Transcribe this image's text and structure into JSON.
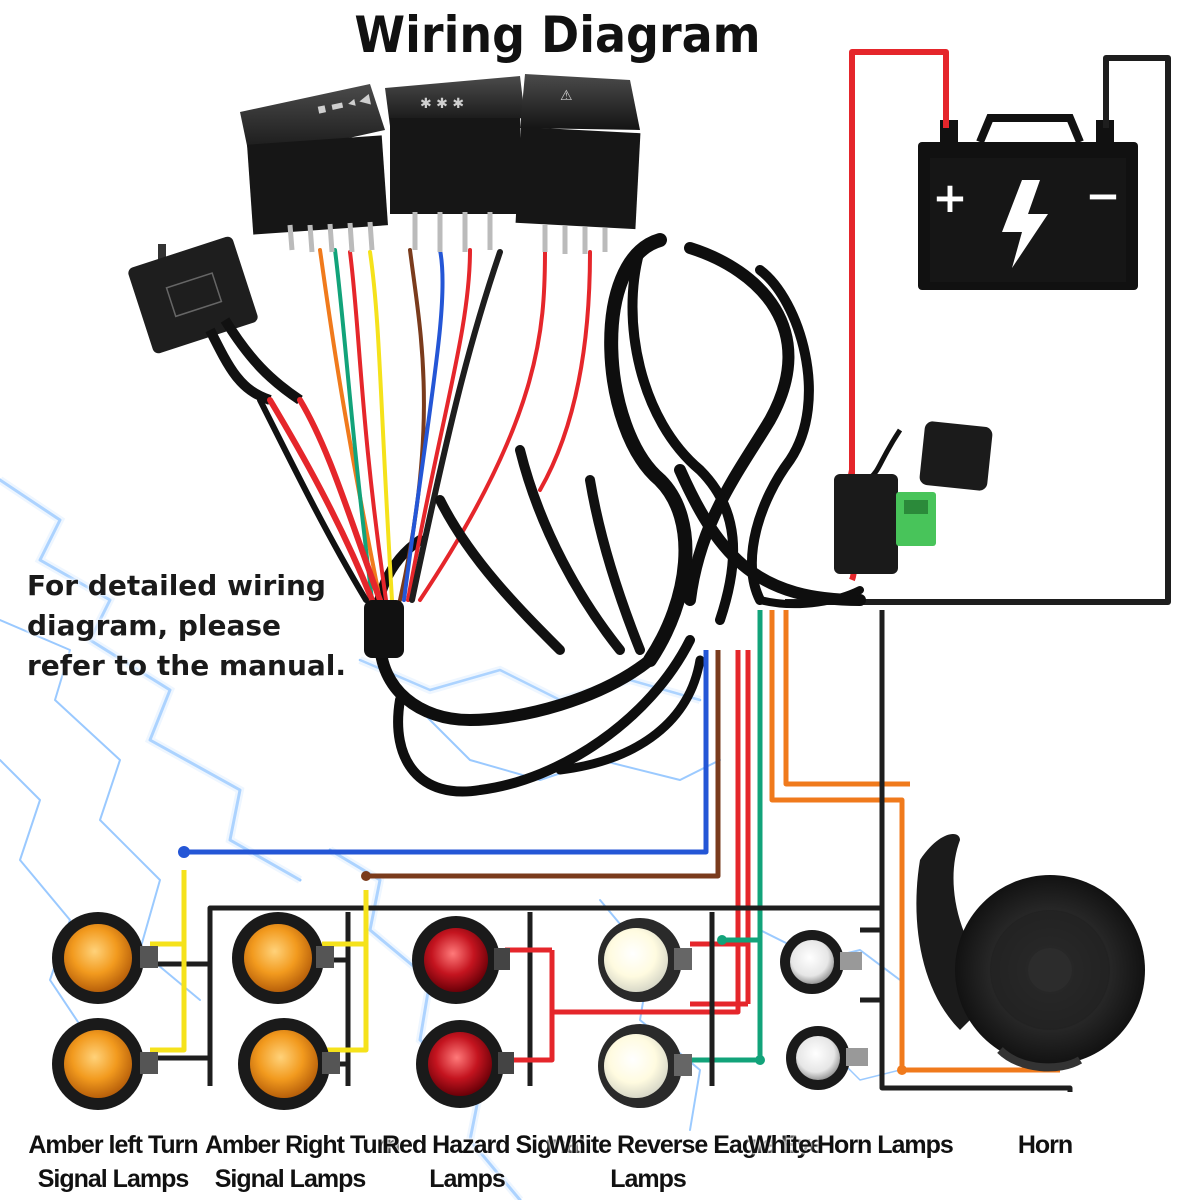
{
  "title": "Wiring Diagram",
  "note": {
    "line1": "For detailed wiring",
    "line2": "diagram, please",
    "line3": "refer to the manual."
  },
  "battery": {
    "plus": "+",
    "minus": "−"
  },
  "labels": {
    "amber_left": [
      "Amber left Turn",
      "Signal Lamps"
    ],
    "amber_right": [
      "Amber Right Turn",
      "Signal Lamps"
    ],
    "red_hazard": [
      "Red Hazard Signal",
      "Lamps"
    ],
    "white_reverse": [
      "White Reverse Eagle Eye",
      "Lamps"
    ],
    "white_horn": [
      "White Horn Lamps"
    ],
    "horn": [
      "Horn"
    ]
  },
  "colors": {
    "red_wire": "#e5262b",
    "black_wire": "#1e1e1e",
    "blue_wire": "#2456d6",
    "brown_wire": "#7a3b1c",
    "yellow_wire": "#f5e21b",
    "green_wire": "#12a37a",
    "orange_wire": "#f07a1c",
    "amber_lamp": "#f29a1e",
    "red_lamp": "#c4141f",
    "lightning": "#6db3ff"
  }
}
